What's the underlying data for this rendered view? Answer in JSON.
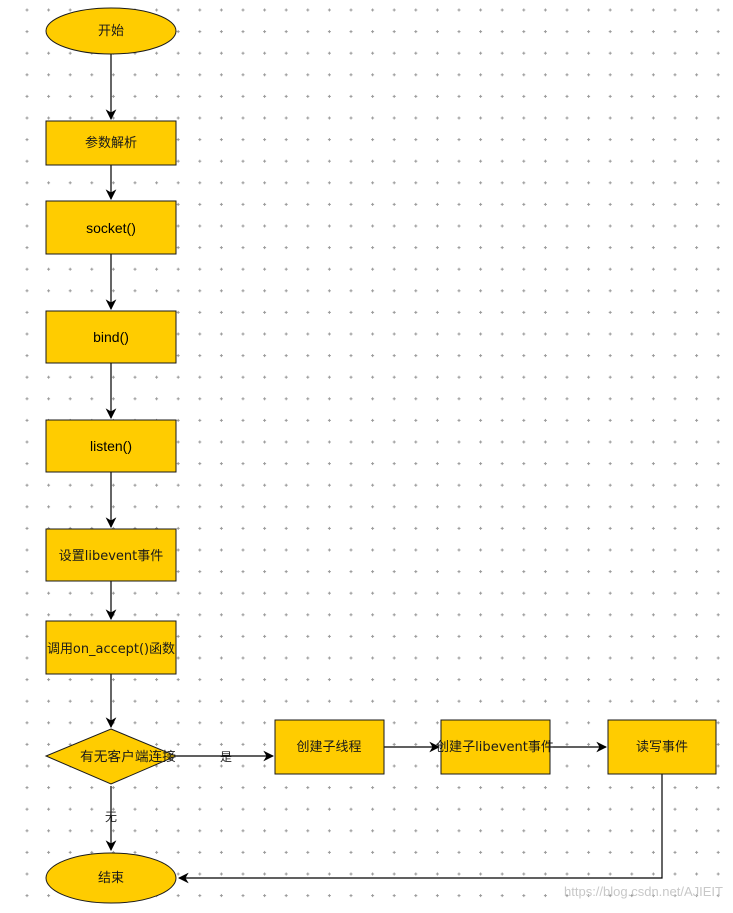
{
  "diagram": {
    "fill_color": "#FFCC00",
    "stroke_color": "#1A1A1A",
    "nodes": {
      "start": "开始",
      "parse_args": "参数解析",
      "socket": "socket()",
      "bind": "bind()",
      "listen": "listen()",
      "set_event": "设置libevent事件",
      "call_accept": "调用on_accept()函数",
      "has_client": "有无客户端连接",
      "create_thread": "创建子线程",
      "create_child_event": "创建子libevent事件",
      "rw_event": "读写事件",
      "end": "结束"
    },
    "edges": {
      "yes_label": "是",
      "no_label": "无"
    }
  },
  "watermark": "https://blog.csdn.net/AJIEIT"
}
